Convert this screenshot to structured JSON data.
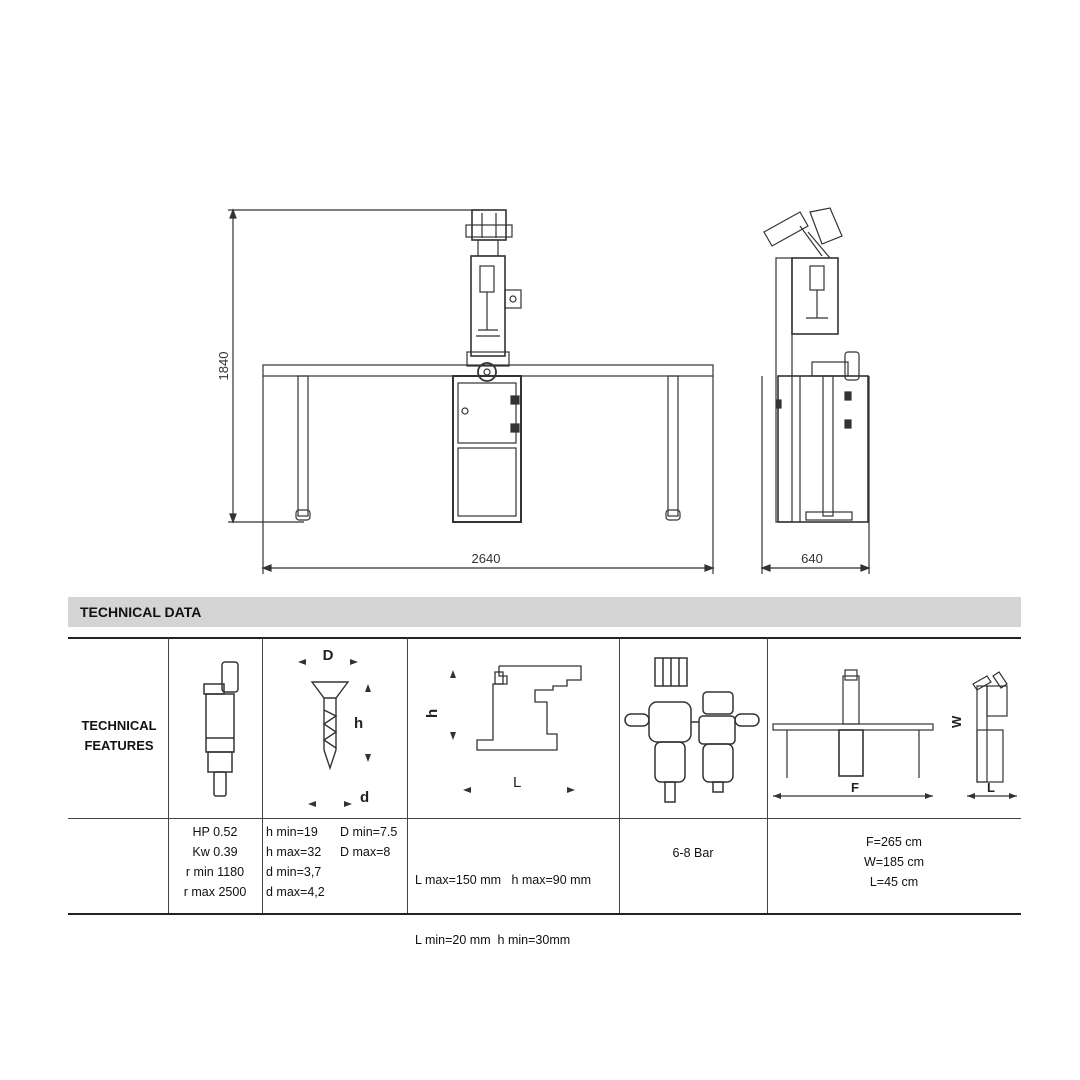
{
  "drawing": {
    "height_dim": "1840",
    "width_dim": "2640",
    "depth_dim": "640"
  },
  "technical_data": {
    "section_title": "TECHNICAL DATA",
    "row_label": [
      "TECHNICAL",
      "FEATURES"
    ],
    "diagram_labels": {
      "screw": {
        "D": "D",
        "h": "h",
        "d": "d"
      },
      "profile": {
        "h": "h",
        "L": "L"
      },
      "machine": {
        "F": "F",
        "W": "W",
        "L": "L"
      }
    },
    "motor": [
      "HP 0.52",
      "Kw 0.39",
      "r min 1180",
      "r max 2500"
    ],
    "screw_col1": [
      "h min=19",
      "h max=32",
      "d min=3,7",
      "d max=4,2"
    ],
    "screw_col2": [
      "D min=7.5",
      "D max=8"
    ],
    "profile": [
      "L max=150 mm   h max=90 mm",
      "L min=20 mm  h min=30mm"
    ],
    "pressure": "6-8 Bar",
    "dimensions": [
      "F=265 cm",
      "W=185 cm",
      "L=45 cm"
    ]
  }
}
